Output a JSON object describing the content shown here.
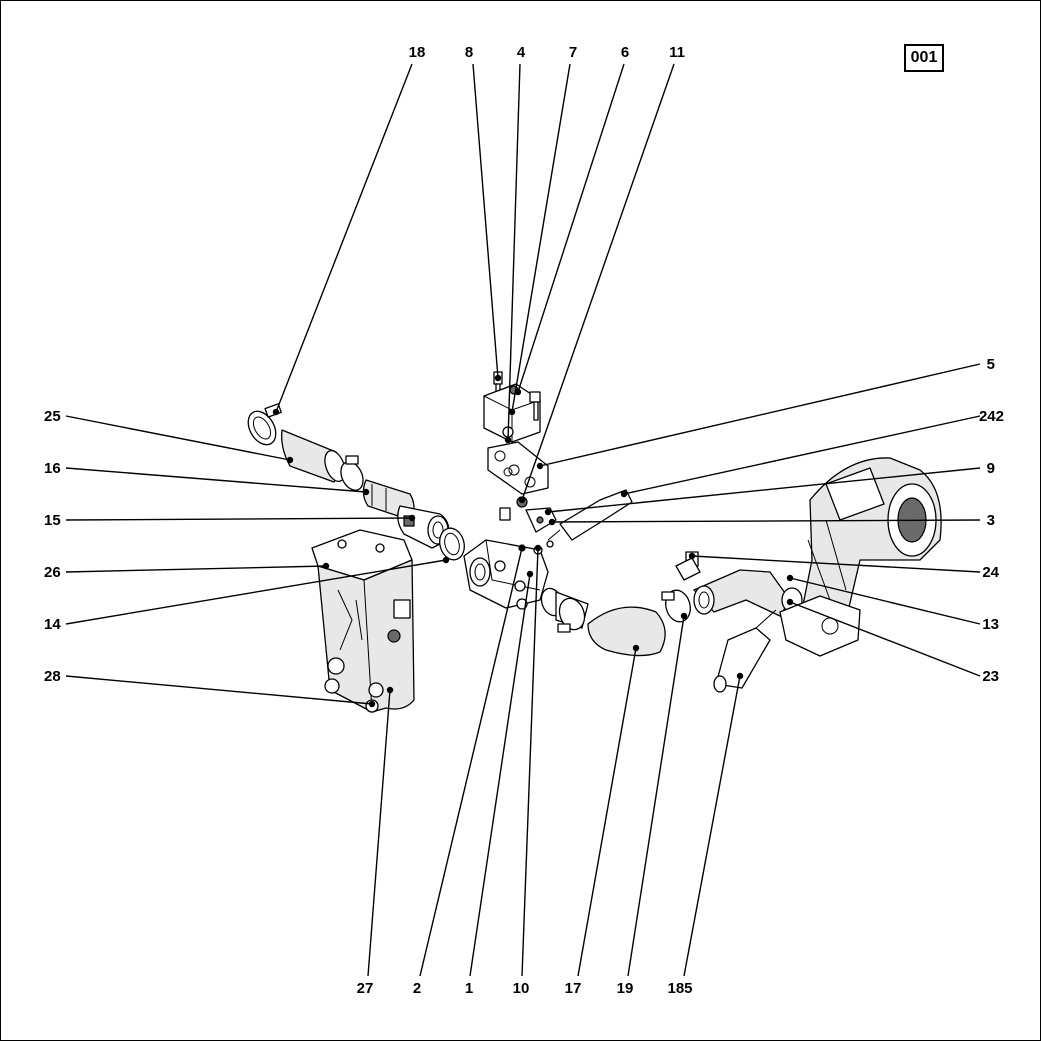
{
  "sheet_id": "001",
  "callouts": [
    {
      "id": "c18",
      "number": "18"
    },
    {
      "id": "c8",
      "number": "8"
    },
    {
      "id": "c4",
      "number": "4"
    },
    {
      "id": "c7",
      "number": "7"
    },
    {
      "id": "c6",
      "number": "6"
    },
    {
      "id": "c11",
      "number": "11"
    },
    {
      "id": "c5",
      "number": "5"
    },
    {
      "id": "c242",
      "number": "242"
    },
    {
      "id": "c9",
      "number": "9"
    },
    {
      "id": "c3",
      "number": "3"
    },
    {
      "id": "c24",
      "number": "24"
    },
    {
      "id": "c13",
      "number": "13"
    },
    {
      "id": "c23",
      "number": "23"
    },
    {
      "id": "c25",
      "number": "25"
    },
    {
      "id": "c16",
      "number": "16"
    },
    {
      "id": "c15",
      "number": "15"
    },
    {
      "id": "c26",
      "number": "26"
    },
    {
      "id": "c14",
      "number": "14"
    },
    {
      "id": "c28",
      "number": "28"
    },
    {
      "id": "c27",
      "number": "27"
    },
    {
      "id": "c2",
      "number": "2"
    },
    {
      "id": "c1",
      "number": "1"
    },
    {
      "id": "c10",
      "number": "10"
    },
    {
      "id": "c17",
      "number": "17"
    },
    {
      "id": "c19",
      "number": "19"
    },
    {
      "id": "c185",
      "number": "185"
    }
  ]
}
